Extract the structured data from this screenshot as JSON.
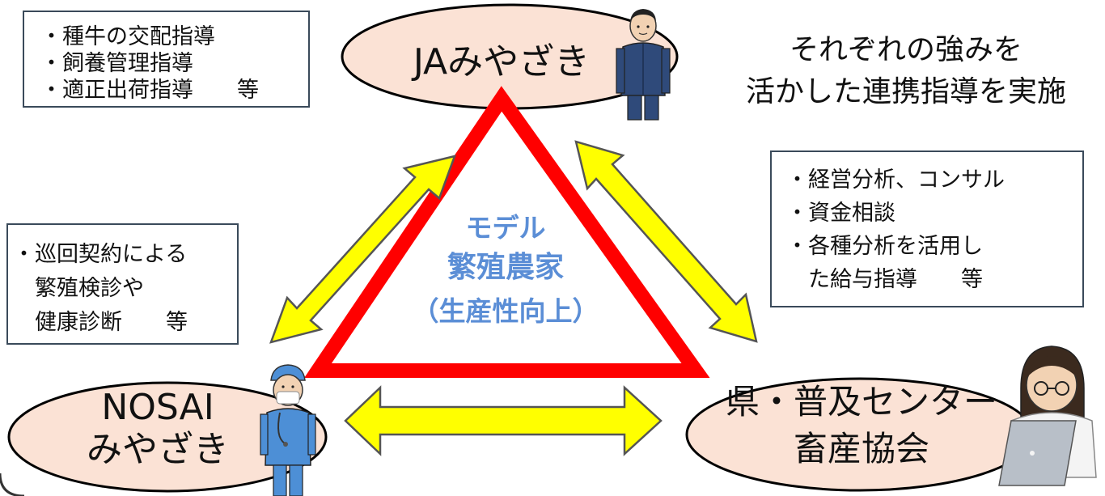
{
  "nodes": {
    "top": "JAみやざき",
    "left_line1": "NOSAI",
    "left_line2": "みやざき",
    "right_line1": "県・普及センター",
    "right_line2": "畜産協会"
  },
  "center": {
    "line1": "モデル",
    "line2": "繁殖農家",
    "line3": "（生産性向上）"
  },
  "headline": {
    "line1": "それぞれの強みを",
    "line2": "活かした連携指導を実施"
  },
  "boxes": {
    "ja": [
      "・種牛の交配指導",
      "・飼養管理指導",
      "・適正出荷指導　　等"
    ],
    "nosai": [
      "・巡回契約による",
      "　繁殖検診や",
      "　健康診断　　等"
    ],
    "pref": [
      "・経営分析、コンサル",
      "・資金相談",
      "・各種分析を活用し",
      "　た給与指導　　等"
    ]
  },
  "colors": {
    "ellipse_fill": "#fbe2d5",
    "triangle_stroke": "#ff0000",
    "arrow_fill": "#ffff00",
    "center_text": "#5b8ed6",
    "box_border": "#3a4a5a"
  },
  "icons": [
    "worker-blue-uniform-icon",
    "vet-worker-mask-icon",
    "woman-laptop-glasses-icon"
  ]
}
